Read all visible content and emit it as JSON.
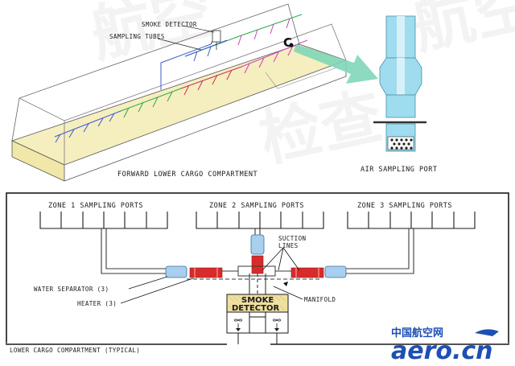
{
  "top": {
    "smoke_detector_label": "SMOKE DETECTOR",
    "sampling_tubes_label": "SAMPLING TUBES",
    "compartment_label": "FORWARD LOWER CARGO COMPARTMENT",
    "callout_letter": "C",
    "air_sampling_port_label": "AIR SAMPLING PORT"
  },
  "bottom": {
    "zone1_label": "ZONE 1 SAMPLING PORTS",
    "zone2_label": "ZONE 2 SAMPLING PORTS",
    "zone3_label": "ZONE 3 SAMPLING PORTS",
    "suction_lines_line1": "SUCTION",
    "suction_lines_line2": "LINES",
    "water_separator_label": "WATER SEPARATOR (3)",
    "heater_label": "HEATER (3)",
    "manifold_label": "MANIFOLD",
    "detector_line1": "SMOKE",
    "detector_line2": "DETECTOR",
    "compartment_typical_label": "LOWER CARGO COMPARTMENT (TYPICAL)"
  },
  "logo": {
    "chinese": "中国航空网",
    "site": "aero.cn"
  },
  "colors": {
    "line": "#3a3a3a",
    "tube_zone_blue": "#3b5bd1",
    "tube_zone_green": "#2ea84a",
    "tube_zone_magenta": "#d13ec0",
    "tube_zone_red": "#c9305a",
    "floor_yellow": "#f5eebf",
    "port_cyan": "#9fdcef",
    "arrow_teal": "#7fd6b8",
    "heater_red": "#d92b2b",
    "separator_blue": "#a9cfee",
    "detector_fill": "#efe0a0",
    "logo_blue": "#1f4fb3"
  }
}
